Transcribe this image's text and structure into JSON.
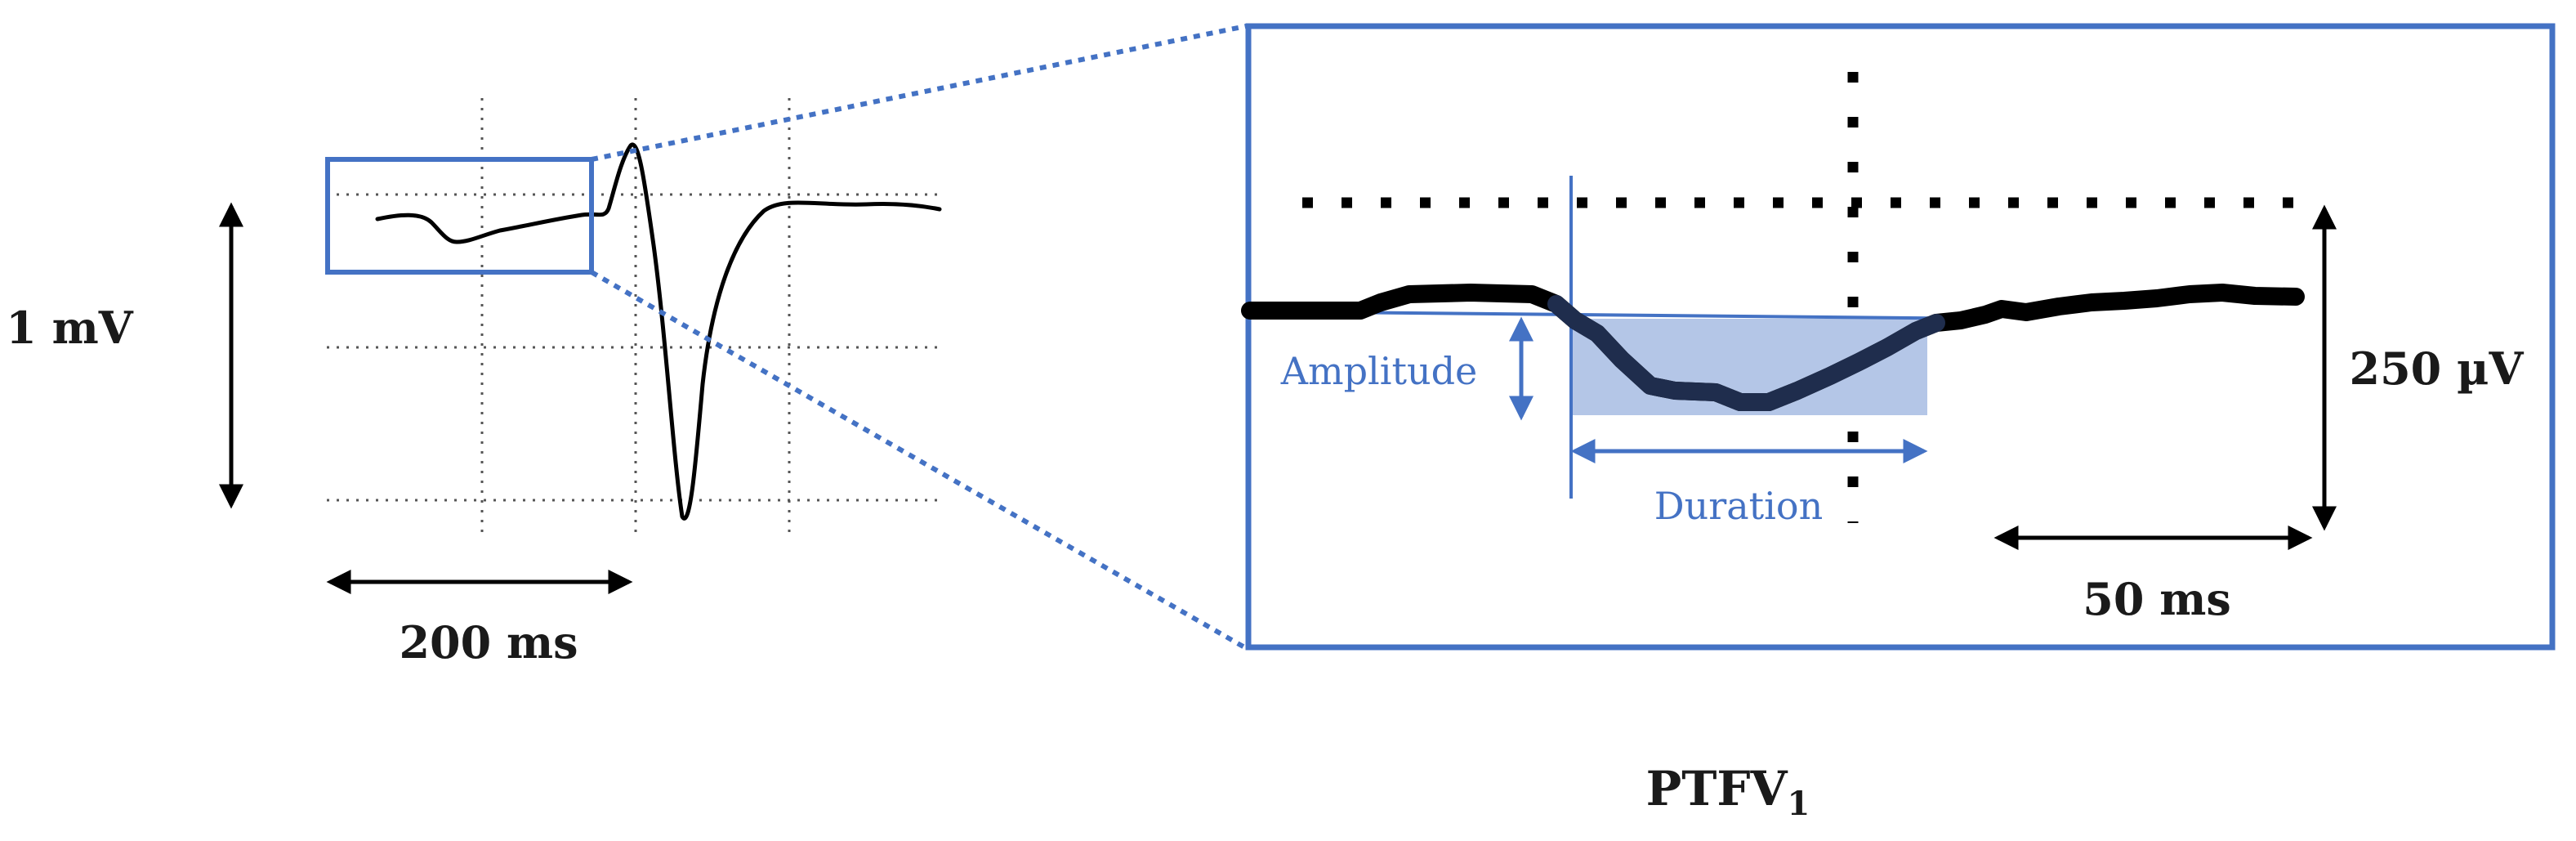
{
  "left_panel": {
    "vertical_scale_label": "1 mV",
    "horizontal_scale_label": "200 ms"
  },
  "zoom_panel": {
    "amplitude_label": "Amplitude",
    "duration_label": "Duration",
    "vertical_scale_label": "250 µV",
    "horizontal_scale_label": "50 ms"
  },
  "caption": {
    "main": "PTFV",
    "subscript": "1"
  },
  "colors": {
    "accent": "#4472c4",
    "shaded_area": "#b4c6e7",
    "trace": "#000000",
    "text": "#1a1a1a"
  }
}
